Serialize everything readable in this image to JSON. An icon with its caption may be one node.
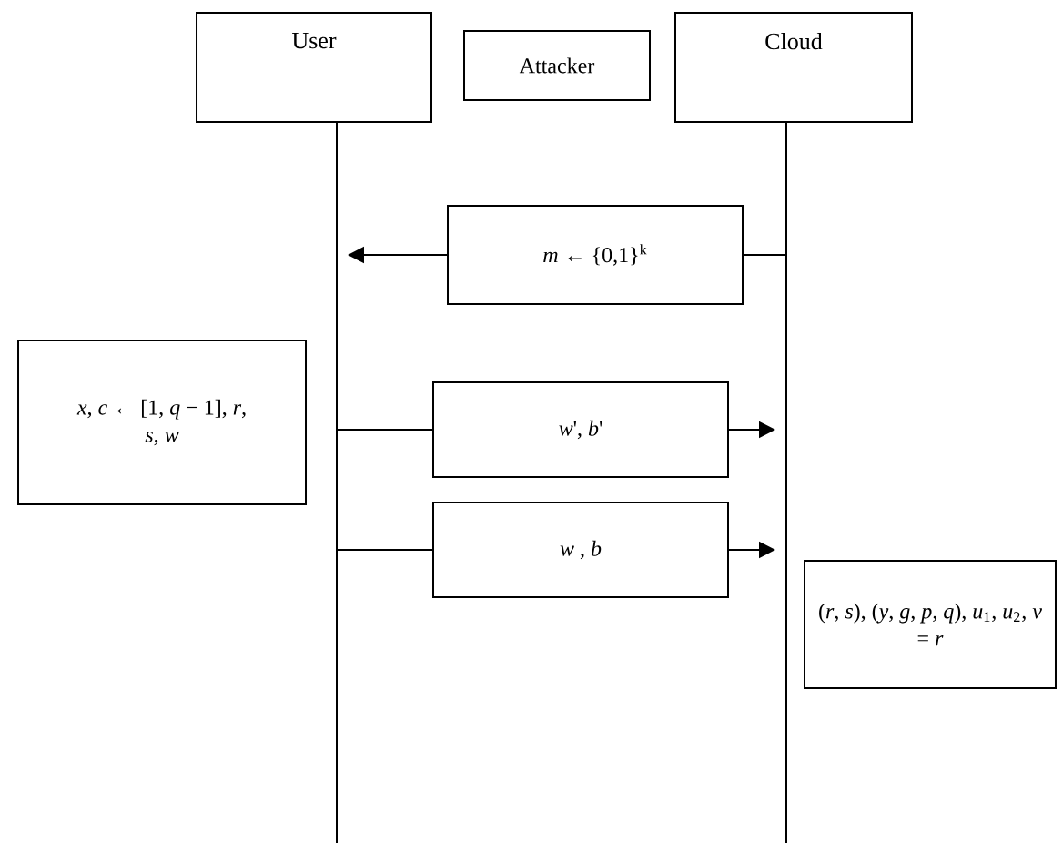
{
  "diagram": {
    "nodes": [
      {
        "text": [
          "User"
        ]
      },
      {
        "text": [
          "Attacker"
        ]
      },
      {
        "text": [
          "Cloud"
        ]
      },
      {
        "text": [],
        "shape": "bar"
      },
      {
        "text": [],
        "shape": "bar"
      },
      {
        "text": [
          "*m* ← {0,1}$^{k}$"
        ]
      },
      {
        "text": [
          "*x*, *c* ← [1, *q* − 1], *r*, *s*, *w*"
        ]
      },
      {
        "text": [
          "*w*', *b*'"
        ]
      },
      {
        "text": [
          "*w* , *b*"
        ]
      },
      {
        "text": [
          "(*r*, *s*), (*y*, *g*, *p*, *q*), *u*$_{1}$, *u*$_{2}$, *v* = *r*"
        ]
      }
    ],
    "edges": [
      {
        "from": 4,
        "to": 5,
        "arrow": "none"
      },
      {
        "from": 5,
        "to": 3,
        "arrow": "to"
      },
      {
        "from": 3,
        "to": 7,
        "arrow": "none"
      },
      {
        "from": 7,
        "to": 4,
        "arrow": "to"
      },
      {
        "from": 3,
        "to": 8,
        "arrow": "none"
      },
      {
        "from": 8,
        "to": 4,
        "arrow": "to"
      }
    ]
  }
}
